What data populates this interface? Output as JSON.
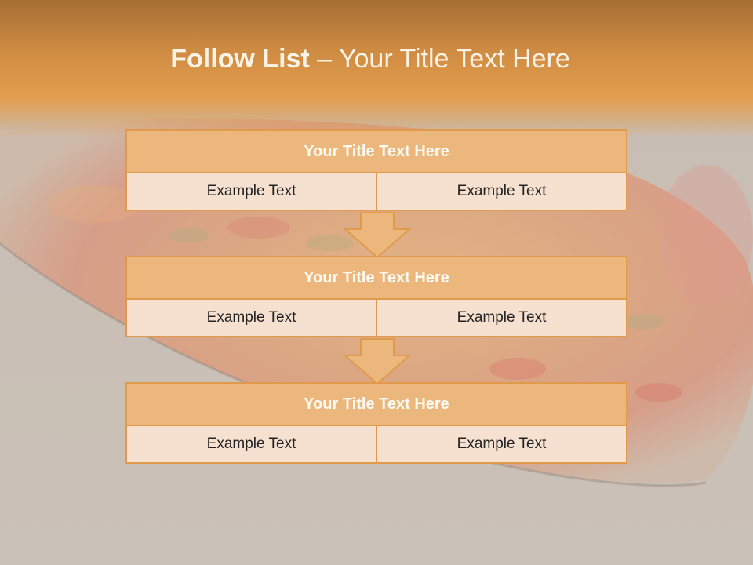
{
  "slide": {
    "title_bold": "Follow List",
    "title_rest": " – Your Title Text Here"
  },
  "steps": [
    {
      "title": "Your Title Text Here",
      "left": "Example Text",
      "right": "Example Text"
    },
    {
      "title": "Your Title Text Here",
      "left": "Example Text",
      "right": "Example Text"
    },
    {
      "title": "Your Title Text Here",
      "left": "Example Text",
      "right": "Example Text"
    }
  ],
  "colors": {
    "accent": "#e19a4c",
    "title_fill": "#ecb77d",
    "cell_fill": "#f6e1d1",
    "header": "#d38d42"
  },
  "background_image": "pizza-photo"
}
